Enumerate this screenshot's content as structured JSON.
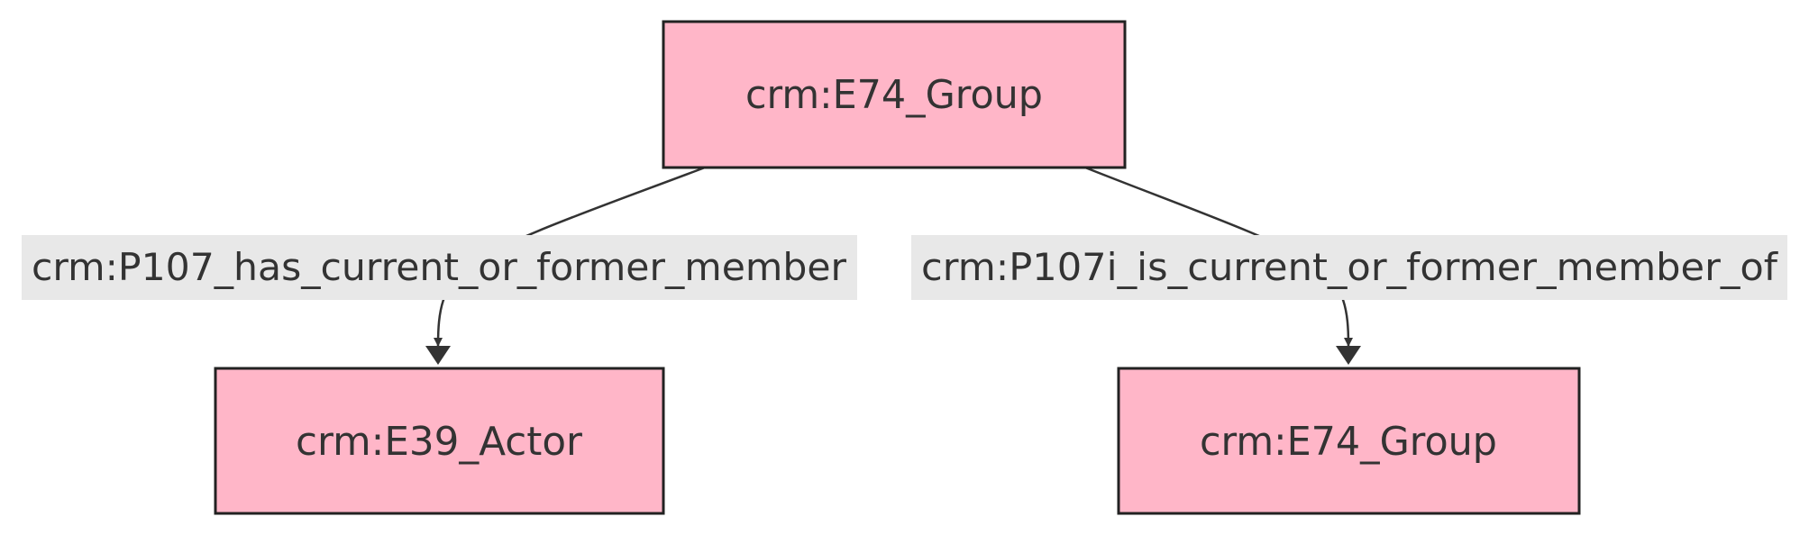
{
  "nodes": {
    "group_top": {
      "label": "crm:E74_Group"
    },
    "actor": {
      "label": "crm:E39_Actor"
    },
    "group_bottom": {
      "label": "crm:E74_Group"
    }
  },
  "edges": {
    "has_member": {
      "label": "crm:P107_has_current_or_former_member"
    },
    "is_member_of": {
      "label": "crm:P107i_is_current_or_former_member_of"
    }
  },
  "colors": {
    "node_fill": "#ffb6c8",
    "node_stroke": "#222222",
    "edge_stroke": "#333333",
    "label_background": "#e8e8e8",
    "text": "#333333"
  }
}
